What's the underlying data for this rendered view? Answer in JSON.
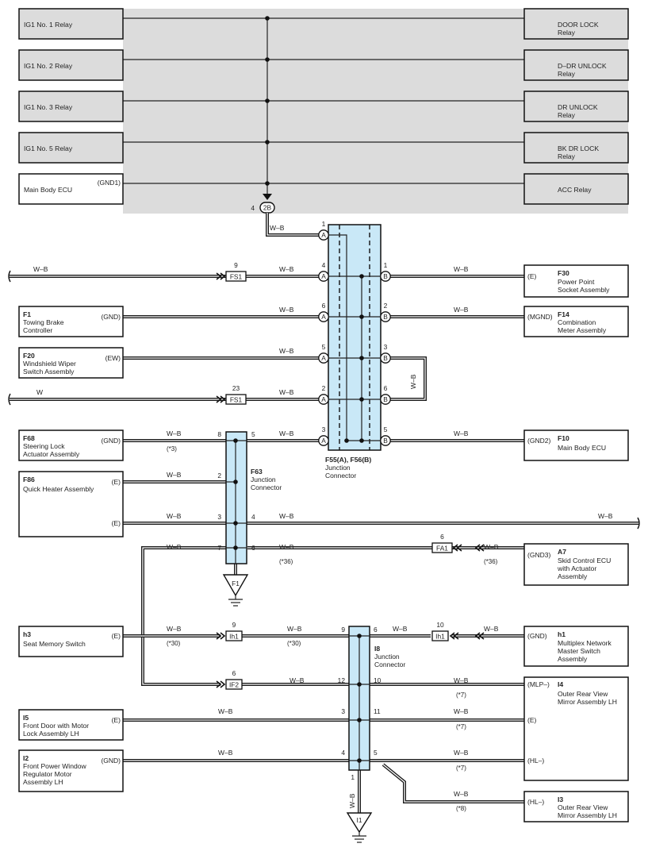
{
  "relays": {
    "left": [
      "IG1 No. 1 Relay",
      "IG1 No. 2 Relay",
      "IG1 No. 3 Relay",
      "IG1 No. 5 Relay"
    ],
    "main_body": {
      "name": "Main Body ECU",
      "pin": "(GND1)"
    },
    "right": [
      [
        "DOOR LOCK",
        "Relay"
      ],
      [
        "D–DR UNLOCK",
        "Relay"
      ],
      [
        "DR UNLOCK",
        "Relay"
      ],
      [
        "BK DR LOCK",
        "Relay"
      ],
      [
        "ACC Relay"
      ]
    ],
    "splice": {
      "id": "2B",
      "pin": "4"
    }
  },
  "left_components": {
    "f1": {
      "code": "F1",
      "name": [
        "Towing Brake",
        "Controller"
      ],
      "pin": "(GND)"
    },
    "f20": {
      "code": "F20",
      "name": [
        "Windshield Wiper",
        "Switch Assembly"
      ],
      "pin": "(EW)"
    },
    "f68": {
      "code": "F68",
      "name": [
        "Steering Lock",
        "Actuator Assembly"
      ],
      "pin": "(GND)"
    },
    "f86": {
      "code": "F86",
      "name": [
        "Quick Heater Assembly"
      ],
      "pin1": "(E)",
      "pin2": "(E)"
    },
    "h3": {
      "code": "h3",
      "name": [
        "Seat Memory Switch"
      ],
      "pin": "(E)"
    },
    "i5": {
      "code": "I5",
      "name": [
        "Front Door with Motor",
        "Lock Assembly LH"
      ],
      "pin": "(E)"
    },
    "i2": {
      "code": "I2",
      "name": [
        "Front Power Window",
        "Regulator Motor",
        "Assembly LH"
      ],
      "pin": "(GND)"
    }
  },
  "right_components": {
    "f30": {
      "code": "F30",
      "name": [
        "Power Point",
        "Socket Assembly"
      ],
      "pin": "(E)"
    },
    "f14": {
      "code": "F14",
      "name": [
        "Combination",
        "Meter Assembly"
      ],
      "pin": "(MGND)"
    },
    "f10": {
      "code": "F10",
      "name": [
        "Main Body ECU"
      ],
      "pin": "(GND2)"
    },
    "a7": {
      "code": "A7",
      "name": [
        "Skid Control ECU",
        "with Actuator",
        "Assembly"
      ],
      "pin": "(GND3)"
    },
    "h1": {
      "code": "h1",
      "name": [
        "Multiplex Network",
        "Master Switch",
        "Assembly"
      ],
      "pin": "(GND)"
    },
    "i4": {
      "code": "I4",
      "name": [
        "Outer Rear View",
        "Mirror Assembly LH"
      ],
      "pin1": "(MLP–)",
      "pin2": "(E)",
      "pin3": "(HL–)"
    },
    "i3": {
      "code": "I3",
      "name": [
        "Outer Rear View",
        "Mirror Assembly LH"
      ],
      "pin": "(HL–)"
    }
  },
  "junctions": {
    "f55": {
      "code": "F55(A), F56(B)",
      "name": [
        "Junction",
        "Connector"
      ]
    },
    "f63": {
      "code": "F63",
      "name": [
        "Junction",
        "Connector"
      ]
    },
    "i8": {
      "code": "I8",
      "name": [
        "Junction",
        "Connector"
      ]
    }
  },
  "inline_connectors": {
    "fs1_a": {
      "id": "FS1",
      "pin": "9"
    },
    "fs1_b": {
      "id": "FS1",
      "pin": "23"
    },
    "fa1": {
      "id": "FA1",
      "pin": "6"
    },
    "ih1_a": {
      "id": "Ih1",
      "pin": "9"
    },
    "ih1_b": {
      "id": "Ih1",
      "pin": "10"
    },
    "if2": {
      "id": "IF2",
      "pin": "6"
    }
  },
  "grounds": [
    "F1",
    "I1"
  ],
  "wire_colors": {
    "wb": "W–B",
    "w": "W"
  },
  "notes": {
    "n3": "(*3)",
    "n36": "(*36)",
    "n30": "(*30)",
    "n7": "(*7)",
    "n8": "(*8)"
  },
  "pins": {
    "f55a_1": "1",
    "f55a_4": "4",
    "f55a_6": "6",
    "f55a_5": "5",
    "f55a_2": "2",
    "f55a_3": "3",
    "f56b_1": "1",
    "f56b_2": "2",
    "f56b_3": "3",
    "f56b_6": "6",
    "f56b_5": "5",
    "f63_8": "8",
    "f63_5": "5",
    "f63_2": "2",
    "f63_3": "3",
    "f63_4": "4",
    "f63_7": "7",
    "f63_6": "6",
    "i8_9": "9",
    "i8_6": "6",
    "i8_12": "12",
    "i8_10": "10",
    "i8_3": "3",
    "i8_11": "11",
    "i8_4": "4",
    "i8_5": "5",
    "i8_1": "1",
    "a": "A",
    "b": "B"
  },
  "colors": {
    "relay_bg": "#dcdcdc",
    "junction_fill": "#c9e8f7"
  }
}
